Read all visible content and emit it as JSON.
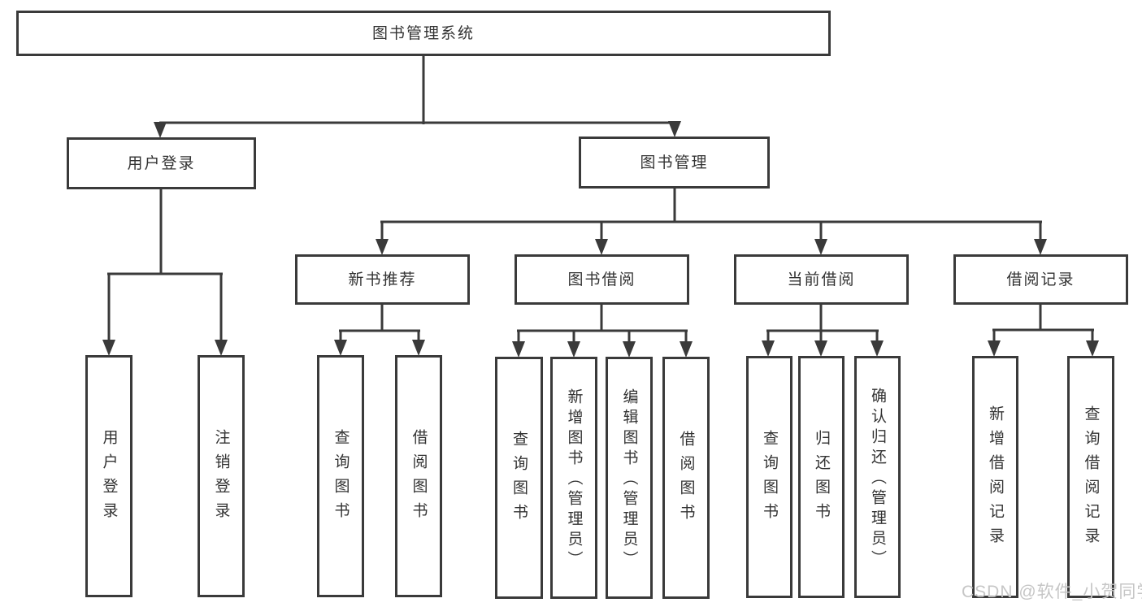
{
  "tree": {
    "label": "图书管理系统",
    "children": [
      {
        "label": "用户登录",
        "children": [
          {
            "label": "用户登录"
          },
          {
            "label": "注销登录"
          }
        ]
      },
      {
        "label": "图书管理",
        "children": [
          {
            "label": "新书推荐",
            "children": [
              {
                "label": "查询图书"
              },
              {
                "label": "借阅图书"
              }
            ]
          },
          {
            "label": "图书借阅",
            "children": [
              {
                "label": "查询图书"
              },
              {
                "label": "新增图书（管理员）"
              },
              {
                "label": "编辑图书（管理员）"
              },
              {
                "label": "借阅图书"
              }
            ]
          },
          {
            "label": "当前借阅",
            "children": [
              {
                "label": "查询图书"
              },
              {
                "label": "归还图书"
              },
              {
                "label": "确认归还（管理员）"
              }
            ]
          },
          {
            "label": "借阅记录",
            "children": [
              {
                "label": "新增借阅记录"
              },
              {
                "label": "查询借阅记录"
              }
            ]
          }
        ]
      }
    ]
  },
  "watermark": {
    "text": "CSDN @软件_小贺同学"
  },
  "colors": {
    "line": "#3a3a3a",
    "text": "#333333",
    "box_background": "#ffffff",
    "watermark": "#c6c6c6"
  }
}
